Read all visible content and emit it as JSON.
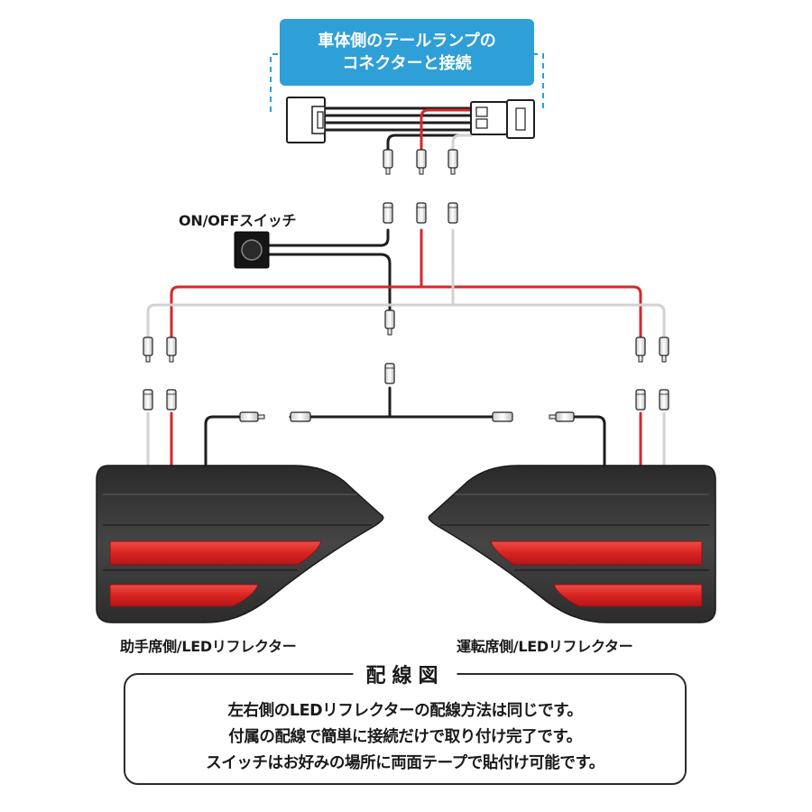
{
  "callout": {
    "line1": "車体側のテールランプの",
    "line2": "コネクターと接続"
  },
  "switch_label": "ON/OFFスイッチ",
  "left_label": "助手席側/LEDリフレクター",
  "right_label": "運転席側/LEDリフレクター",
  "legend": {
    "title": "配線図",
    "lines": [
      "左右側のLEDリフレクターの配線方法は同じです。",
      "付属の配線で簡単に接続だけで取り付け完了です。",
      "スイッチはお好みの場所に両面テープで貼付け可能です。"
    ]
  },
  "colors": {
    "callout": "#2f9fd7",
    "red_wire": "#d7272b",
    "black_wire": "#1e1e1e",
    "white_wire": "#d2d2d2",
    "reflector_body": "#3a3a3a",
    "reflector_lens": "#e2312c"
  }
}
